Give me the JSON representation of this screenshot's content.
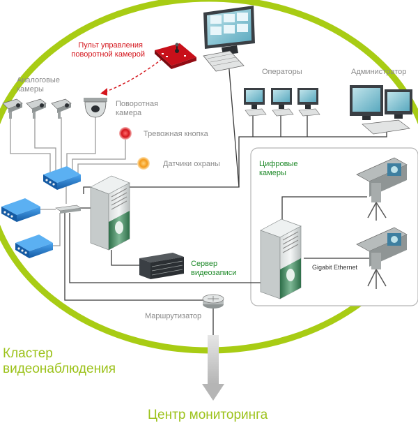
{
  "labels": {
    "ptz_console": [
      "Пульт управления",
      "поворотной камерой"
    ],
    "operators": "Операторы",
    "administrator": "Администратор",
    "analog_cameras": [
      "Аналоговые",
      "камеры"
    ],
    "ptz_camera": [
      "Поворотная",
      "камера"
    ],
    "alarm_button": "Тревожная кнопка",
    "security_sensors": "Датчики охраны",
    "digital_cameras": [
      "Цифровые",
      "камеры"
    ],
    "recording_server": [
      "Сервер",
      "видеозаписи"
    ],
    "gigabit": "Gigabit Ethernet",
    "router": "Маршрутизатор",
    "cluster": [
      "Кластер",
      "видеонаблюдения"
    ],
    "monitoring_center": "Центр мониторинга"
  },
  "colors": {
    "accent_green": "#9cc21a",
    "label_red": "#d4151c",
    "label_green": "#1f8a2a",
    "device_blue": "#1e73c8",
    "server_green": "#3e8a5c"
  }
}
